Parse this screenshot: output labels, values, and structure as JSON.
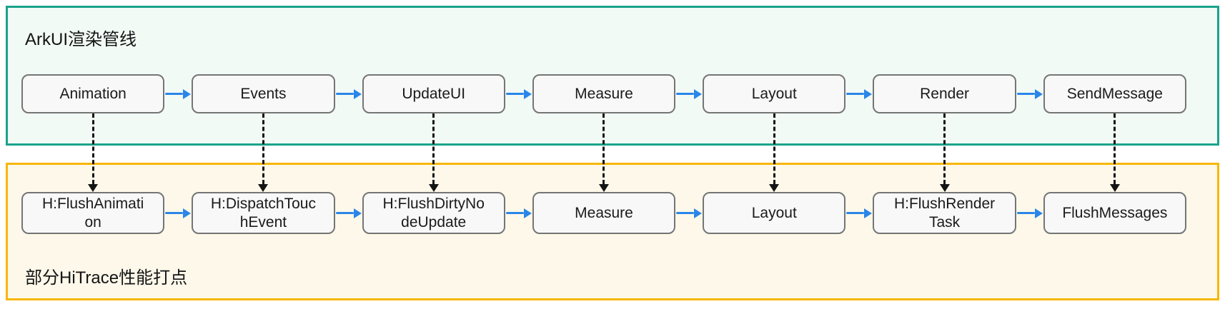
{
  "diagram": {
    "top_band": {
      "title": "ArkUI渲染管线",
      "border_color": "#1aa38b",
      "background_color": "#f2faf6",
      "nodes": [
        "Animation",
        "Events",
        "UpdateUI",
        "Measure",
        "Layout",
        "Render",
        "SendMessage"
      ]
    },
    "bottom_band": {
      "title": "部分HiTrace性能打点",
      "border_color": "#f7b703",
      "background_color": "#fdf8e9",
      "nodes": [
        "H:FlushAnimation",
        "H:DispatchTouchEvent",
        "H:FlushDirtyNodeUpdate",
        "Measure",
        "Layout",
        "H:FlushRenderTask",
        "FlushMessages"
      ]
    },
    "node_style": {
      "border_color": "#757575",
      "background_color": "#f8f8f9",
      "text_color": "#1a1a1a"
    },
    "flow_arrow_color": "#2a86e8",
    "trace_arrow_color": "#141414",
    "vertical_links": [
      {
        "from": "Animation",
        "to": "H:FlushAnimation"
      },
      {
        "from": "Events",
        "to": "H:DispatchTouchEvent"
      },
      {
        "from": "UpdateUI",
        "to": "H:FlushDirtyNodeUpdate"
      },
      {
        "from": "Measure",
        "to": "Measure"
      },
      {
        "from": "Layout",
        "to": "Layout"
      },
      {
        "from": "Render",
        "to": "H:FlushRenderTask"
      },
      {
        "from": "SendMessage",
        "to": "FlushMessages"
      }
    ]
  }
}
